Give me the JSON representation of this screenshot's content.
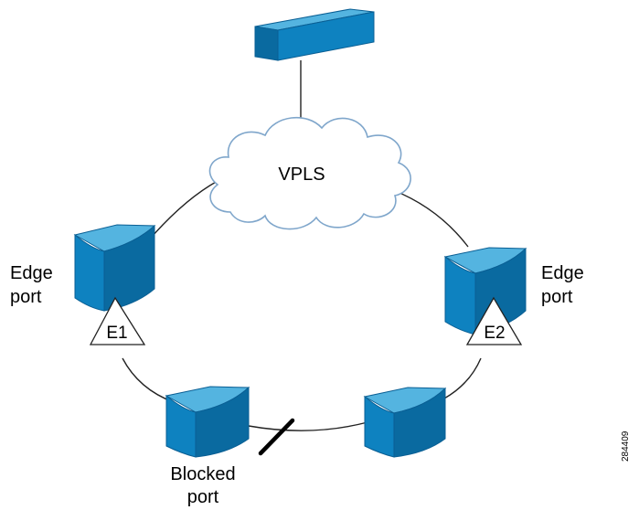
{
  "diagram": {
    "cloud_label": "VPLS",
    "edge_port_left": {
      "line1": "Edge",
      "line2": "port"
    },
    "edge_port_right": {
      "line1": "Edge",
      "line2": "port"
    },
    "marker_left": "E1",
    "marker_right": "E2",
    "blocked_port": {
      "line1": "Blocked",
      "line2": "port"
    },
    "figure_id": "284409"
  },
  "colors": {
    "device_front": "#0e82c0",
    "device_top": "#54b4e0",
    "device_side": "#0a6aa0",
    "device_outline": "#0a5f94",
    "cloud_outline": "#7fa6cb",
    "cloud_fill": "#ffffff",
    "line": "#222222",
    "blocked_mark": "#000000"
  }
}
